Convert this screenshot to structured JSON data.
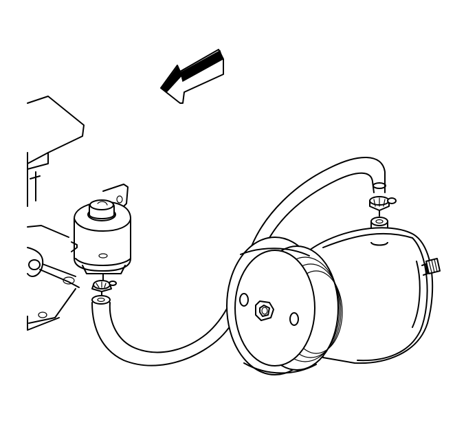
{
  "diagram": {
    "parts": {
      "direction_arrow": "front-direction-arrow",
      "mounting_bracket": "mounting-bracket",
      "fluid_reservoir": "power-steering-reservoir",
      "reservoir_cap": "reservoir-cap",
      "outlet_hose_clamp": "reservoir-hose-clamp",
      "return_hose": "return-hose",
      "pump_hose_clamp": "pump-hose-clamp",
      "pump_inlet_fitting": "pump-inlet-fitting",
      "pump_pulley": "pump-pulley",
      "pulley_nut": "pulley-nut",
      "pump_body": "power-steering-pump",
      "pump_stud": "pump-stud"
    },
    "colors": {
      "line": "#000000",
      "background": "#ffffff"
    }
  }
}
